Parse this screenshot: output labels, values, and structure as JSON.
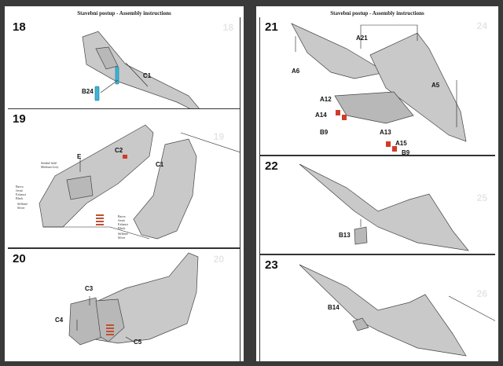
{
  "header": "Stavební postup - Assembly instructions",
  "steps": {
    "s18": {
      "number": "18",
      "labels": {
        "c1": "C1",
        "b24": "B24"
      }
    },
    "s19": {
      "number": "19",
      "labels": {
        "c2": "C2",
        "c1": "C1",
        "e": "E"
      },
      "notes": {
        "n1": "Stíněné šedé\nMedium Grey",
        "n2": "Barva\nčerná\nExhaust\nBlack",
        "n3": "Stříbrné\nSilver",
        "n4": "Barva\nčerná\nExhaust\nBlack",
        "n5": "Stříbrné\nSilver"
      }
    },
    "s20": {
      "number": "20",
      "labels": {
        "c3": "C3",
        "c4": "C4",
        "c5": "C5"
      }
    },
    "s21": {
      "number": "21",
      "labels": {
        "a21": "A21",
        "a6": "A6",
        "a5": "A5",
        "a12": "A12",
        "a14": "A14",
        "b9a": "B9",
        "a13": "A13",
        "a15": "A15",
        "b9b": "B9"
      }
    },
    "s22": {
      "number": "22",
      "labels": {
        "b13": "B13"
      }
    },
    "s23": {
      "number": "23",
      "labels": {
        "b14": "B14"
      }
    }
  },
  "ghost_numbers": {
    "g18": "18",
    "g19": "19",
    "g20": "20",
    "g21": "24",
    "g22": "25",
    "g23": "26"
  },
  "colors": {
    "part_grey": "#c9c9c9",
    "accent_red": "#d23a2a",
    "accent_cyan": "#3cb4d8",
    "line": "#333333"
  }
}
